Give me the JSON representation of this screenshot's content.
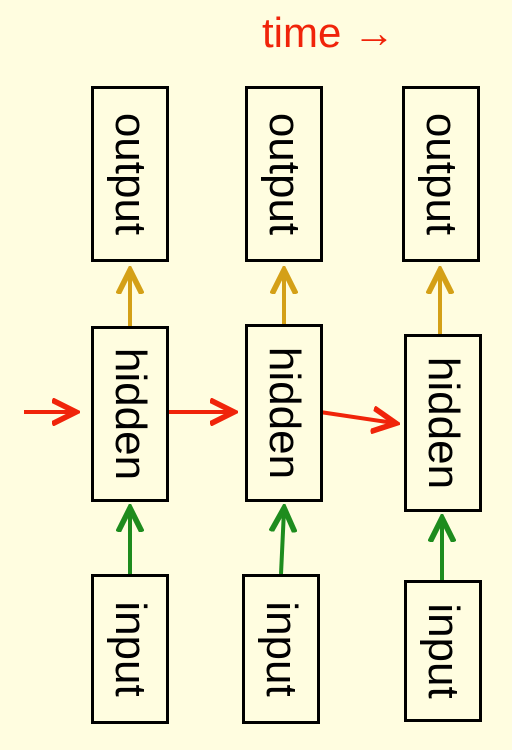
{
  "header": {
    "time_label": "time →"
  },
  "columns": [
    {
      "output_label": "output",
      "hidden_label": "hidden",
      "input_label": "input"
    },
    {
      "output_label": "output",
      "hidden_label": "hidden",
      "input_label": "input"
    },
    {
      "output_label": "output",
      "hidden_label": "hidden",
      "input_label": "input"
    }
  ],
  "colors": {
    "background": "#FFFDE0",
    "time_color": "#F0240A",
    "recurrent_arrow": "#F0240A",
    "output_arrow": "#D4A017",
    "input_arrow": "#1E8C1E"
  }
}
